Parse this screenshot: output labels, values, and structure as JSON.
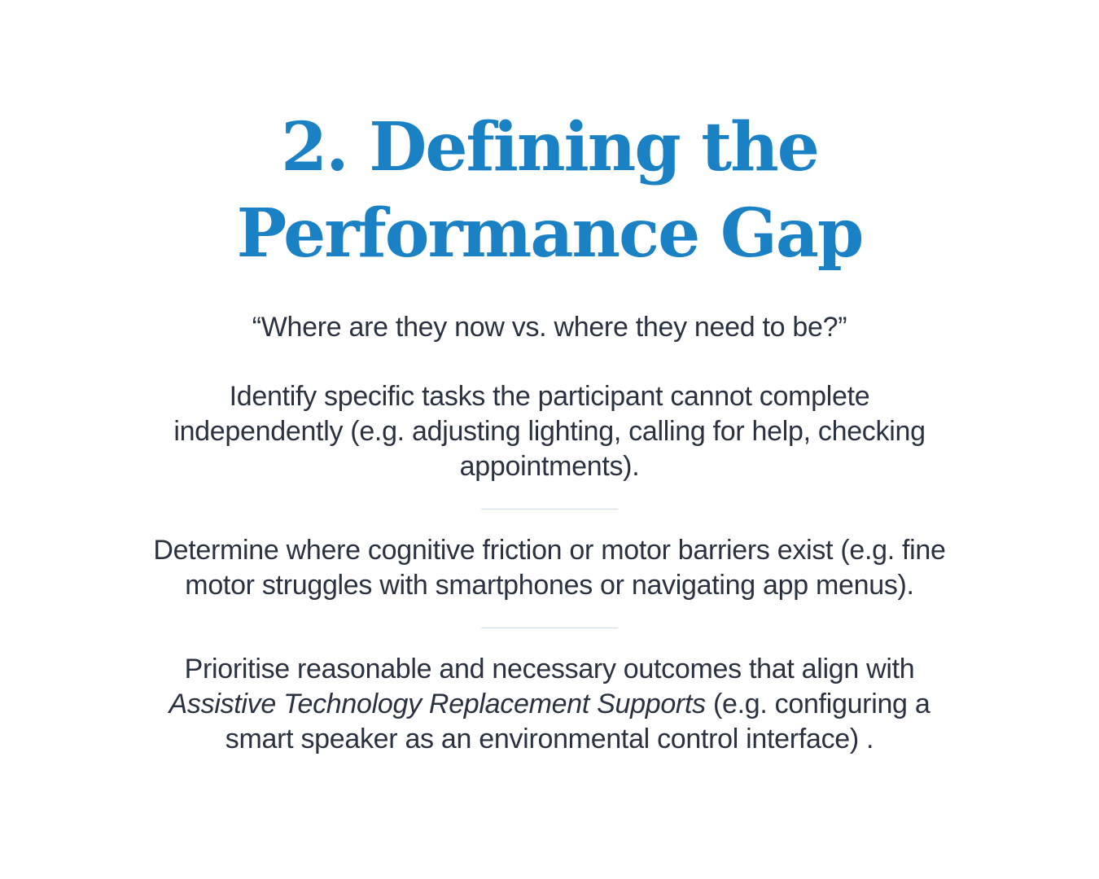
{
  "slide": {
    "title_line1": "2. Defining the",
    "title_line2": "Performance Gap",
    "question": "“Where are they now vs. where they need to be?”",
    "point1_line1": "Identify specific tasks the participant cannot complete",
    "point1_line2": "independently (e.g. adjusting lighting, calling for help, checking",
    "point1_line3": "appointments).",
    "point2_line1": "Determine where cognitive friction or motor barriers exist (e.g. fine",
    "point2_line2": "motor struggles with smartphones or navigating app menus).",
    "point3_line1": "Prioritise reasonable and necessary outcomes that align with",
    "point3_italic": "Assistive Technology Replacement Supports",
    "point3_line2_rest": " (e.g. configuring a",
    "point3_line3": "smart speaker as an environmental control interface) ."
  },
  "colors": {
    "title": "#1a82c4",
    "body_text": "#2a3240",
    "divider": "#c9dbe8",
    "background": "#ffffff"
  }
}
